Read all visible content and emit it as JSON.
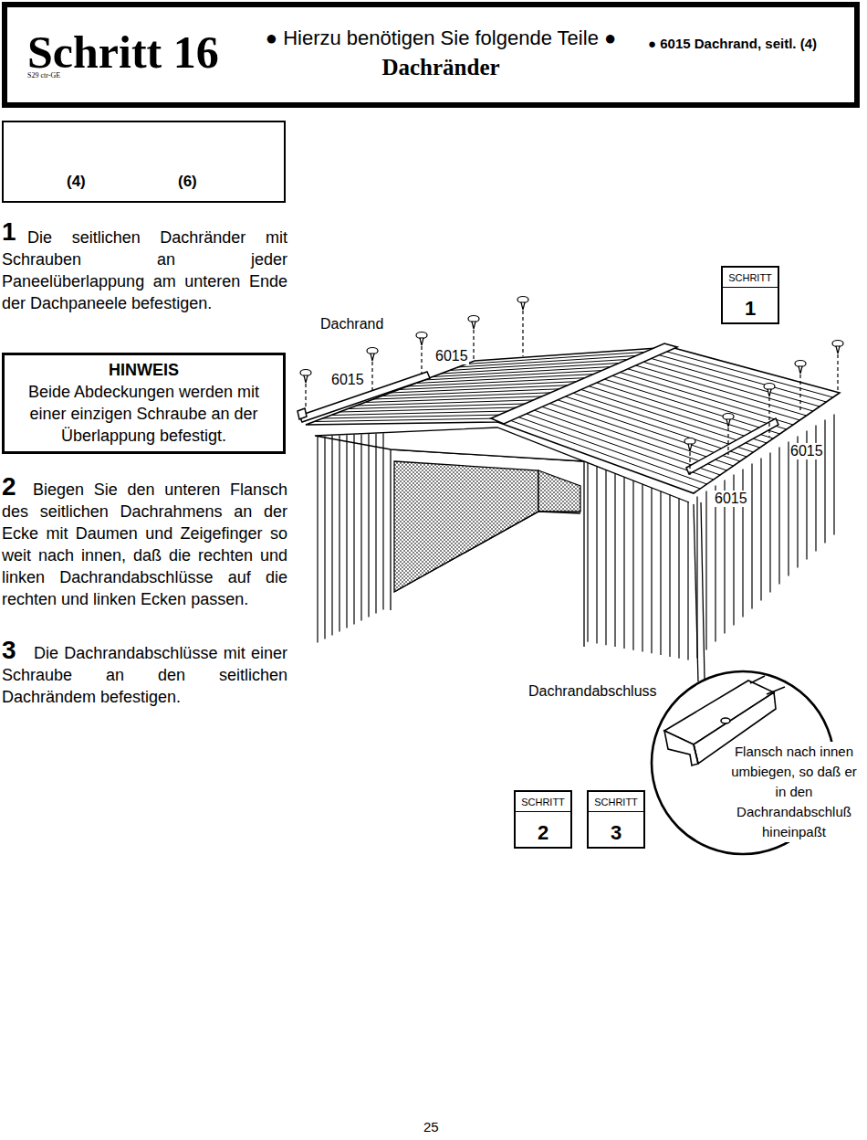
{
  "diagram": {
    "title": "Schritt 16",
    "nodes": [
      {
        "text": [
          "S29 ctr-GE",
          "● Hierzu benötigen Sie folgende Teile ●",
          "Dachränder",
          "● 6015 Dachrand, seitl. (4)"
        ]
      },
      {
        "text": [
          "(4)",
          "(6)"
        ]
      },
      {
        "text": [
          "HINWEIS",
          "Beide Abdeckungen werden mit einer einzigen Schraube an der Überlappung befestigt."
        ]
      },
      {
        "text": [
          "SCHRITT",
          "1"
        ]
      },
      {
        "text": [
          "SCHRITT",
          "2"
        ]
      },
      {
        "text": [
          "SCHRITT",
          "3"
        ]
      }
    ],
    "labels": [
      "1",
      "Die seitlichen Dachränder mit Schrauben an jeder Paneelüberlappung am unteren Ende der Dachpaneele befestigen.",
      "2",
      "Biegen Sie den unteren Flansch des seitlichen Dachrahmens an der Ecke mit Daumen und Zeigefinger so weit nach innen, daß die rechten und linken Dachrandabschlüsse auf die rechten und linken Ecken passen.",
      "3",
      "Die Dachrandabschlüsse mit einer Schraube an den seitlichen Dachrändem befestigen.",
      "Dachrand",
      "6015",
      "6015",
      "6015",
      "6015",
      "Dachrandabschluss",
      "Flansch nach innen umbiegen, so daß er in den Dachrandabschluß hineinpaßt",
      "25"
    ]
  }
}
